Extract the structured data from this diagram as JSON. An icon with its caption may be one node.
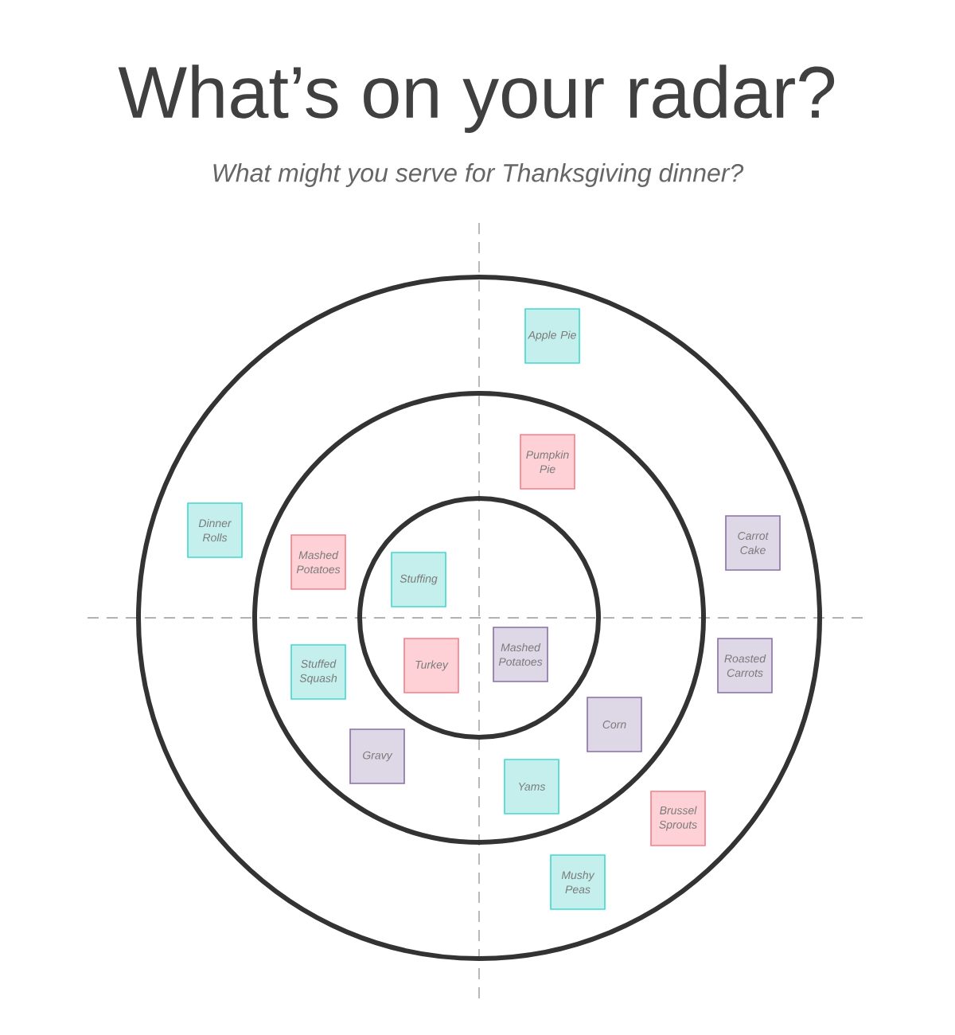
{
  "diagram": {
    "title": "What’s on your radar?",
    "caption": "What might you serve for Thanksgiving dinner?",
    "nodes": [
      {
        "text": [
          "Apple Pie"
        ]
      },
      {
        "text": [
          "Pumpkin Pie"
        ]
      },
      {
        "text": [
          "Dinner Rolls"
        ]
      },
      {
        "text": [
          "Carrot Cake"
        ]
      },
      {
        "text": [
          "Mashed Potatoes"
        ]
      },
      {
        "text": [
          "Stuffing"
        ]
      },
      {
        "text": [
          "Stuffed Squash"
        ]
      },
      {
        "text": [
          "Turkey"
        ]
      },
      {
        "text": [
          "Mashed Potatoes"
        ]
      },
      {
        "text": [
          "Roasted Carrots"
        ]
      },
      {
        "text": [
          "Corn"
        ]
      },
      {
        "text": [
          "Gravy"
        ]
      },
      {
        "text": [
          "Yams"
        ]
      },
      {
        "text": [
          "Brussel Sprouts"
        ]
      },
      {
        "text": [
          "Mushy Peas"
        ]
      }
    ]
  }
}
